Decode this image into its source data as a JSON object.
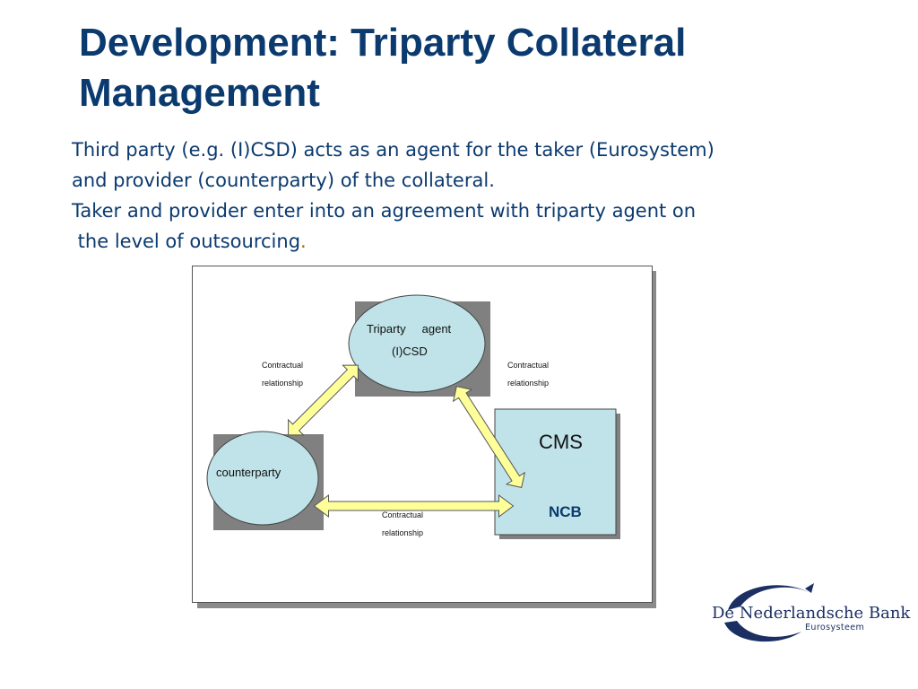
{
  "slide": {
    "title_line1": "Development: Triparty Collateral",
    "title_line2": "Management",
    "body_lines": [
      "Third party (e.g. (I)CSD) acts as an agent for the taker (Eurosystem)",
      "and provider (counterparty) of the collateral.",
      "Taker and provider enter into an agreement with triparty agent on",
      " the level of outsourcing"
    ],
    "body_tail": "."
  },
  "diagram": {
    "triparty": {
      "line1": "Triparty     agent",
      "line2": "(I)CSD"
    },
    "counterparty": {
      "label": "counterparty"
    },
    "cms": {
      "title": "CMS",
      "ncb": "NCB"
    },
    "relations": {
      "left": {
        "line1": "Contractual",
        "line2": "relationship"
      },
      "right": {
        "line1": "Contractual",
        "line2": "relationship"
      },
      "bottom": {
        "line1": "Contractual",
        "line2": "relationship"
      }
    },
    "colors": {
      "node_fill": "#bfe3e8",
      "shadow_box": "#808080",
      "arrow_fill": "#ffff99",
      "title_blue": "#0b3a6e"
    }
  },
  "logo": {
    "name": "De Nederlandsche Bank",
    "subtitle": "Eurosysteem",
    "icon": "dnb-swoosh-logo"
  }
}
